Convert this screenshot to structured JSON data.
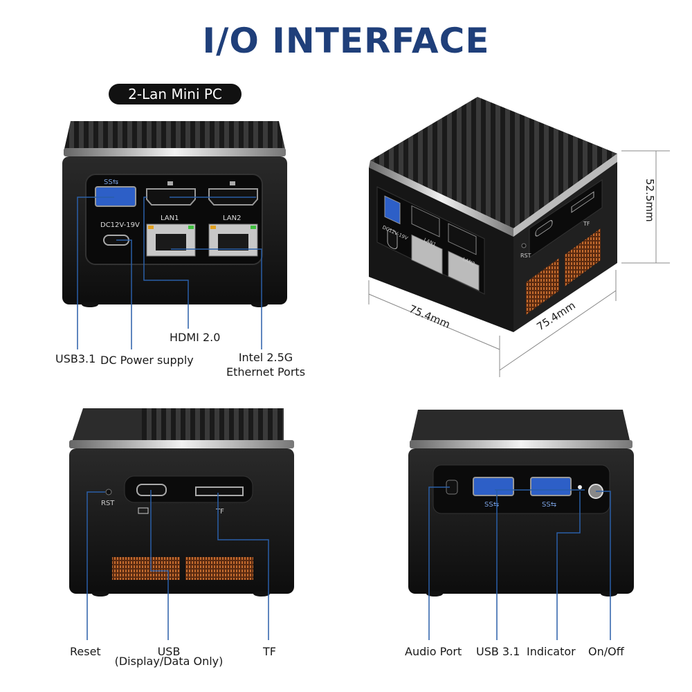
{
  "header": {
    "title": "I/O INTERFACE",
    "badge": "2-Lan Mini PC"
  },
  "front_view": {
    "port_marks": {
      "dc": "DC12V-19V",
      "lan1": "LAN1",
      "lan2": "LAN2"
    },
    "callouts": {
      "usb": "USB3.1",
      "dc": "DC Power supply",
      "hdmi": "HDMI 2.0",
      "ethernet_line1": "Intel 2.5G",
      "ethernet_line2": "Ethernet Ports"
    }
  },
  "iso_view": {
    "port_marks": {
      "dc": "DC12V-19V",
      "lan1": "LAN1",
      "lan2": "LAN2",
      "rst": "RST",
      "tf": "TF"
    },
    "dimensions": {
      "height": "52.5mm",
      "depth": "75.4mm",
      "width": "75.4mm"
    }
  },
  "side_view": {
    "port_marks": {
      "rst": "RST",
      "tf": "TF"
    },
    "callouts": {
      "reset": "Reset",
      "usb_line1": "USB",
      "usb_line2": "(Display/Data Only)",
      "tf": "TF"
    }
  },
  "rear_view": {
    "callouts": {
      "audio": "Audio Port",
      "usb": "USB 3.1",
      "indicator": "Indicator",
      "power": "On/Off"
    }
  },
  "colors": {
    "title": "#1f3f7a",
    "callout_line": "#2a5fa8",
    "device_body": "#151515",
    "vent_copper": "#b0602a"
  }
}
